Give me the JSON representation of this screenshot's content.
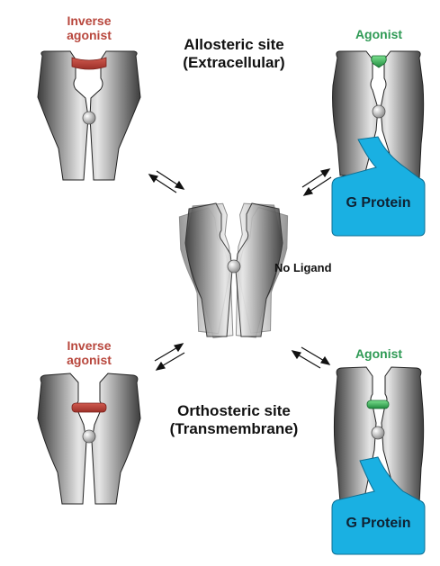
{
  "labels": {
    "tl_ligand_line1": "Inverse",
    "tl_ligand_line2": "agonist",
    "tr_ligand": "Agonist",
    "allosteric_line1": "Allosteric site",
    "allosteric_line2": "(Extracellular)",
    "no_ligand": "No Ligand",
    "bl_ligand_line1": "Inverse",
    "bl_ligand_line2": "agonist",
    "br_ligand": "Agonist",
    "orthosteric_line1": "Orthosteric site",
    "orthosteric_line2": "(Transmembrane)",
    "g_protein_top": "G Protein",
    "g_protein_bottom": "G Protein"
  },
  "colors": {
    "inverse_agonist": "#b8473d",
    "agonist": "#2f9a55",
    "g_protein": "#1ab0e2",
    "receptor_dark": "#3a3a3a",
    "receptor_light": "#e8e8e8"
  }
}
